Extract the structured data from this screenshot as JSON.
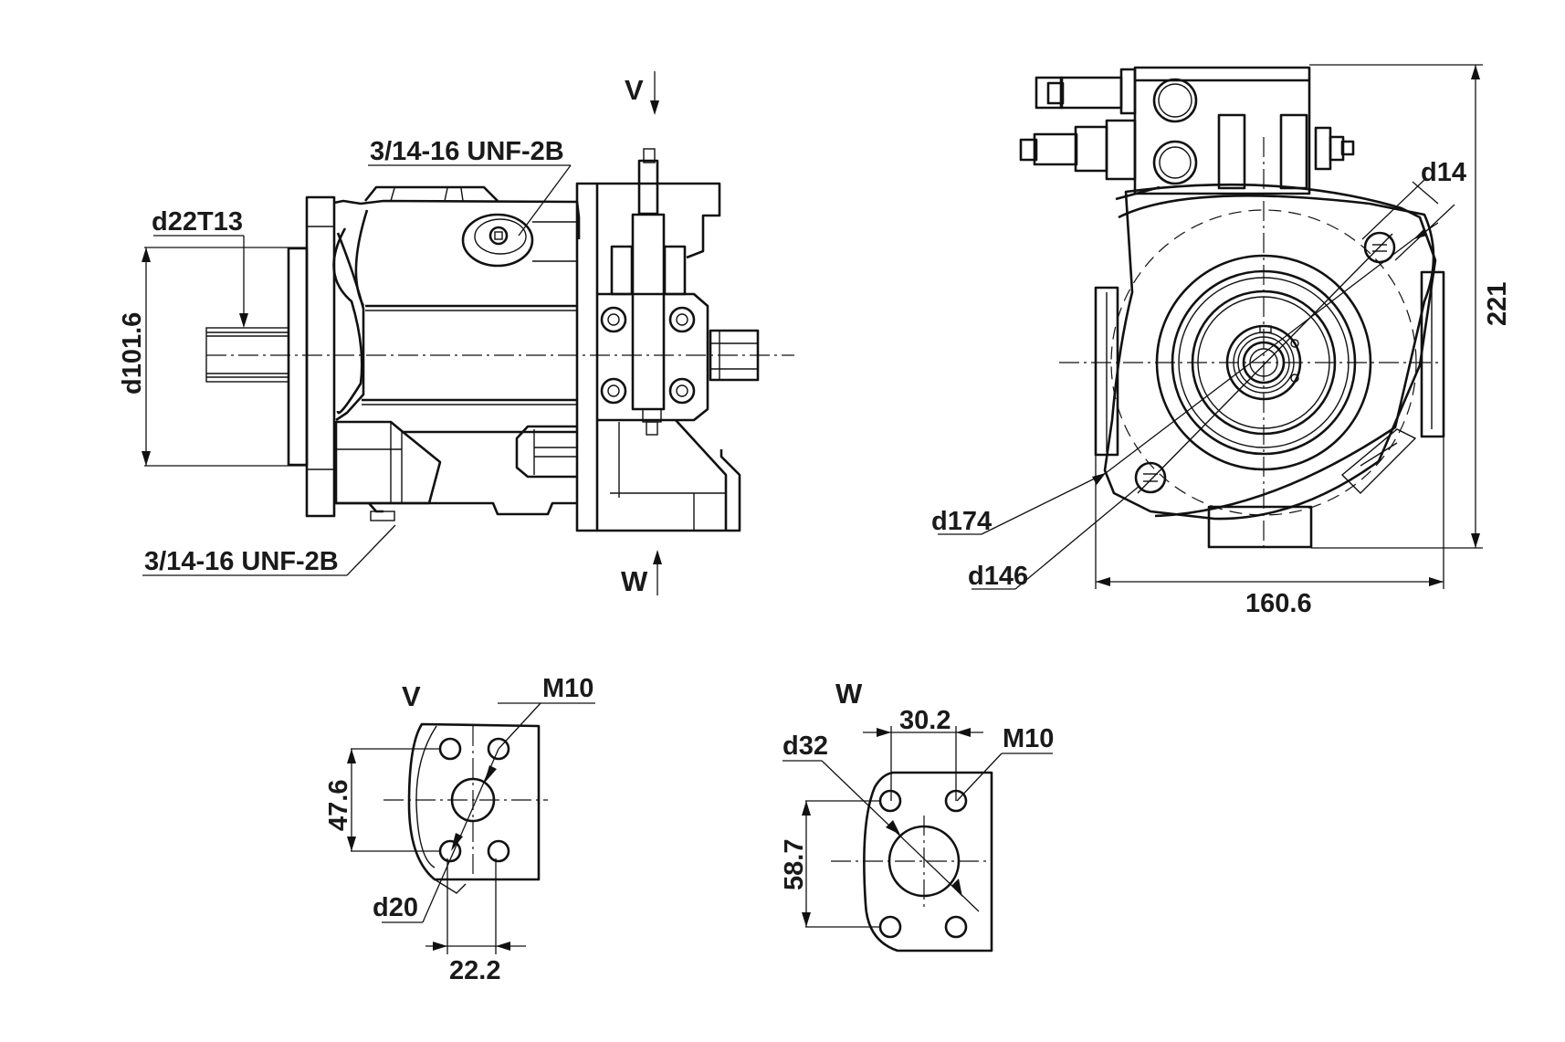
{
  "title": "Axial piston pump dimensional drawing",
  "colors": {
    "line": "#111111",
    "background": "#ffffff",
    "text": "#1a1a1a"
  },
  "side_view": {
    "view_marker_v": "V",
    "view_marker_w": "W",
    "port_top_label": "3/14-16 UNF-2B",
    "port_bottom_label": "3/14-16 UNF-2B",
    "shaft_label": "d22T13",
    "pilot_diameter_label": "d101.6"
  },
  "front_view": {
    "bolt_hole_label": "d14",
    "bolt_circle_label": "d174",
    "inner_circle_label": "d146",
    "height_label": "221",
    "width_label": "160.6"
  },
  "detail_v": {
    "title": "V",
    "thread_label": "M10",
    "vertical_spacing_label": "47.6",
    "horizontal_spacing_label": "22.2",
    "port_diameter_label": "d20"
  },
  "detail_w": {
    "title": "W",
    "thread_label": "M10",
    "vertical_spacing_label": "58.7",
    "horizontal_spacing_label": "30.2",
    "port_diameter_label": "d32"
  }
}
